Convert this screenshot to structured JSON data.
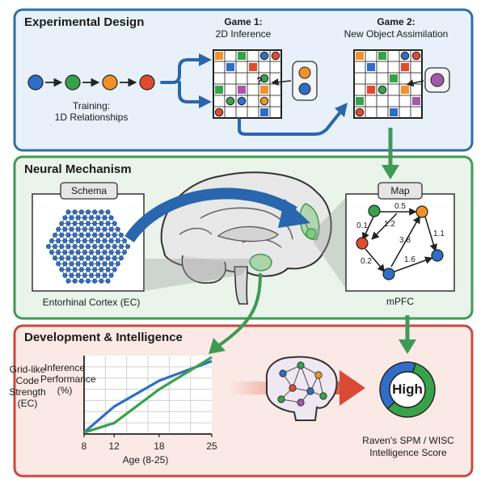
{
  "colors": {
    "blue_panel": "#2f6ea8",
    "blue_fill": "#e8f1f9",
    "green_panel": "#3f9a55",
    "green_fill": "#eaf4ea",
    "red_panel": "#c84a3c",
    "red_fill": "#fbe9e5",
    "node_blue": "#2f6ec4",
    "node_green": "#37a24a",
    "node_orange": "#f0922a",
    "node_red": "#e04b2f",
    "node_purple": "#a35aa6",
    "arrow_blue": "#2a66ad",
    "arrow_green": "#3f9a55",
    "arrow_red": "#d84a34"
  },
  "design": {
    "title": "Experimental Design",
    "training_line1": "Training:",
    "training_line2": "1D Relationships",
    "game1_title": "Game 1:",
    "game1_subtitle": "2D Inference",
    "game1_unknown": "?",
    "game2_title": "Game 2:",
    "game2_subtitle": "New Object Assimilation"
  },
  "mechanism": {
    "title": "Neural Mechanism",
    "schema_label": "Schema",
    "ec_label": "Entorhinal Cortex (EC)",
    "map_label": "Map",
    "mpfc_label": "mPFC",
    "edges": [
      "0.1",
      "1.2",
      "0.5",
      "3.8",
      "1.1",
      "0.2",
      "1.6"
    ]
  },
  "development": {
    "title": "Development & Intelligence",
    "score_label": "High",
    "score_caption_line1": "Raven's SPM / WISC",
    "score_caption_line2": "Intelligence Score",
    "score_ring_shares": [
      0.58,
      0.42
    ]
  },
  "chart_data": {
    "type": "line",
    "xlabel": "Age (8-25)",
    "ylabel_left": "Grid-like Code Strength (EC)",
    "ylabel_right": "Inference Performance (%)",
    "x_ticks": [
      "8",
      "12",
      "18",
      "25"
    ],
    "grid": true,
    "series": [
      {
        "color": "#2f6ec4",
        "x": [
          8,
          12,
          18,
          25
        ],
        "y": [
          0.02,
          0.35,
          0.68,
          0.93
        ]
      },
      {
        "color": "#37a24a",
        "x": [
          8,
          12,
          18,
          25
        ],
        "y": [
          0.02,
          0.14,
          0.57,
          0.98
        ]
      }
    ]
  }
}
